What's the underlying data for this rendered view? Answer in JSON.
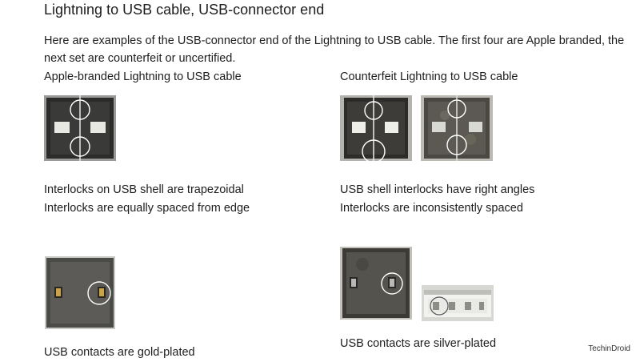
{
  "page": {
    "title": "Lightning to USB cable, USB-connector end",
    "intro": "Here are examples of the USB-connector end of the Lightning to USB cable. The first four are Apple branded, the next set are counterfeit or uncertified."
  },
  "apple": {
    "heading": "Apple-branded Lightning to USB cable",
    "caption_line1": "Interlocks on USB shell are trapezoidal",
    "caption_line2": "Interlocks are equally spaced from edge",
    "contacts_caption": "USB contacts are gold-plated"
  },
  "counterfeit": {
    "heading": "Counterfeit Lightning to USB cable",
    "caption_line1": "USB shell interlocks have right angles",
    "caption_line2": "Interlocks are inconsistently spaced",
    "contacts_caption": "USB contacts are silver-plated"
  },
  "watermark": "TechinDroid",
  "icons": {
    "apple_shell_photo": "usb-shell-photo-icon",
    "counterfeit_shell_photo_1": "usb-shell-photo-icon",
    "counterfeit_shell_photo_2": "usb-shell-photo-icon",
    "apple_contacts_photo": "usb-contacts-photo-icon",
    "counterfeit_contacts_photo": "usb-contacts-photo-icon",
    "counterfeit_side_photo": "usb-connector-side-photo-icon"
  },
  "colors": {
    "text": "#1d1d1f",
    "highlight_circle": "#ffffff",
    "gold_contact": "#c9a24a",
    "silver_contact": "#b8b8b8"
  }
}
